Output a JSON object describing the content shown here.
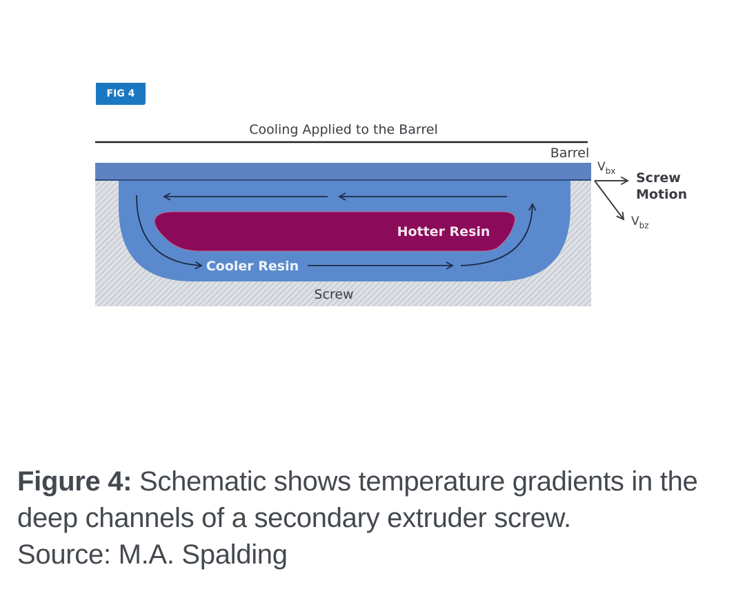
{
  "figure": {
    "badge": "FIG 4",
    "top_label": "Cooling Applied to the Barrel",
    "barrel_label": "Barrel",
    "screw_label": "Screw",
    "hot_label": "Hotter Resin",
    "cool_label": "Cooler Resin",
    "motion": {
      "vbx_main": "V",
      "vbx_sub": "bx",
      "vbz_main": "V",
      "vbz_sub": "bz",
      "label_line1": "Screw",
      "label_line2": "Motion"
    },
    "colors": {
      "badge": "#1a78c2",
      "barrel": "#5f82c2",
      "channel": "#5a8acd",
      "hot_resin": "#8c0a5a",
      "screw_hatch_bg": "#dde0e4",
      "screw_hatch_line": "#b6bcc4",
      "arrows": "#1c2a44"
    }
  },
  "caption": {
    "lead": "Figure 4:",
    "text": " Schematic shows temperature gradients in the deep channels of a secondary extruder screw.",
    "source": "Source: M.A. Spalding"
  }
}
